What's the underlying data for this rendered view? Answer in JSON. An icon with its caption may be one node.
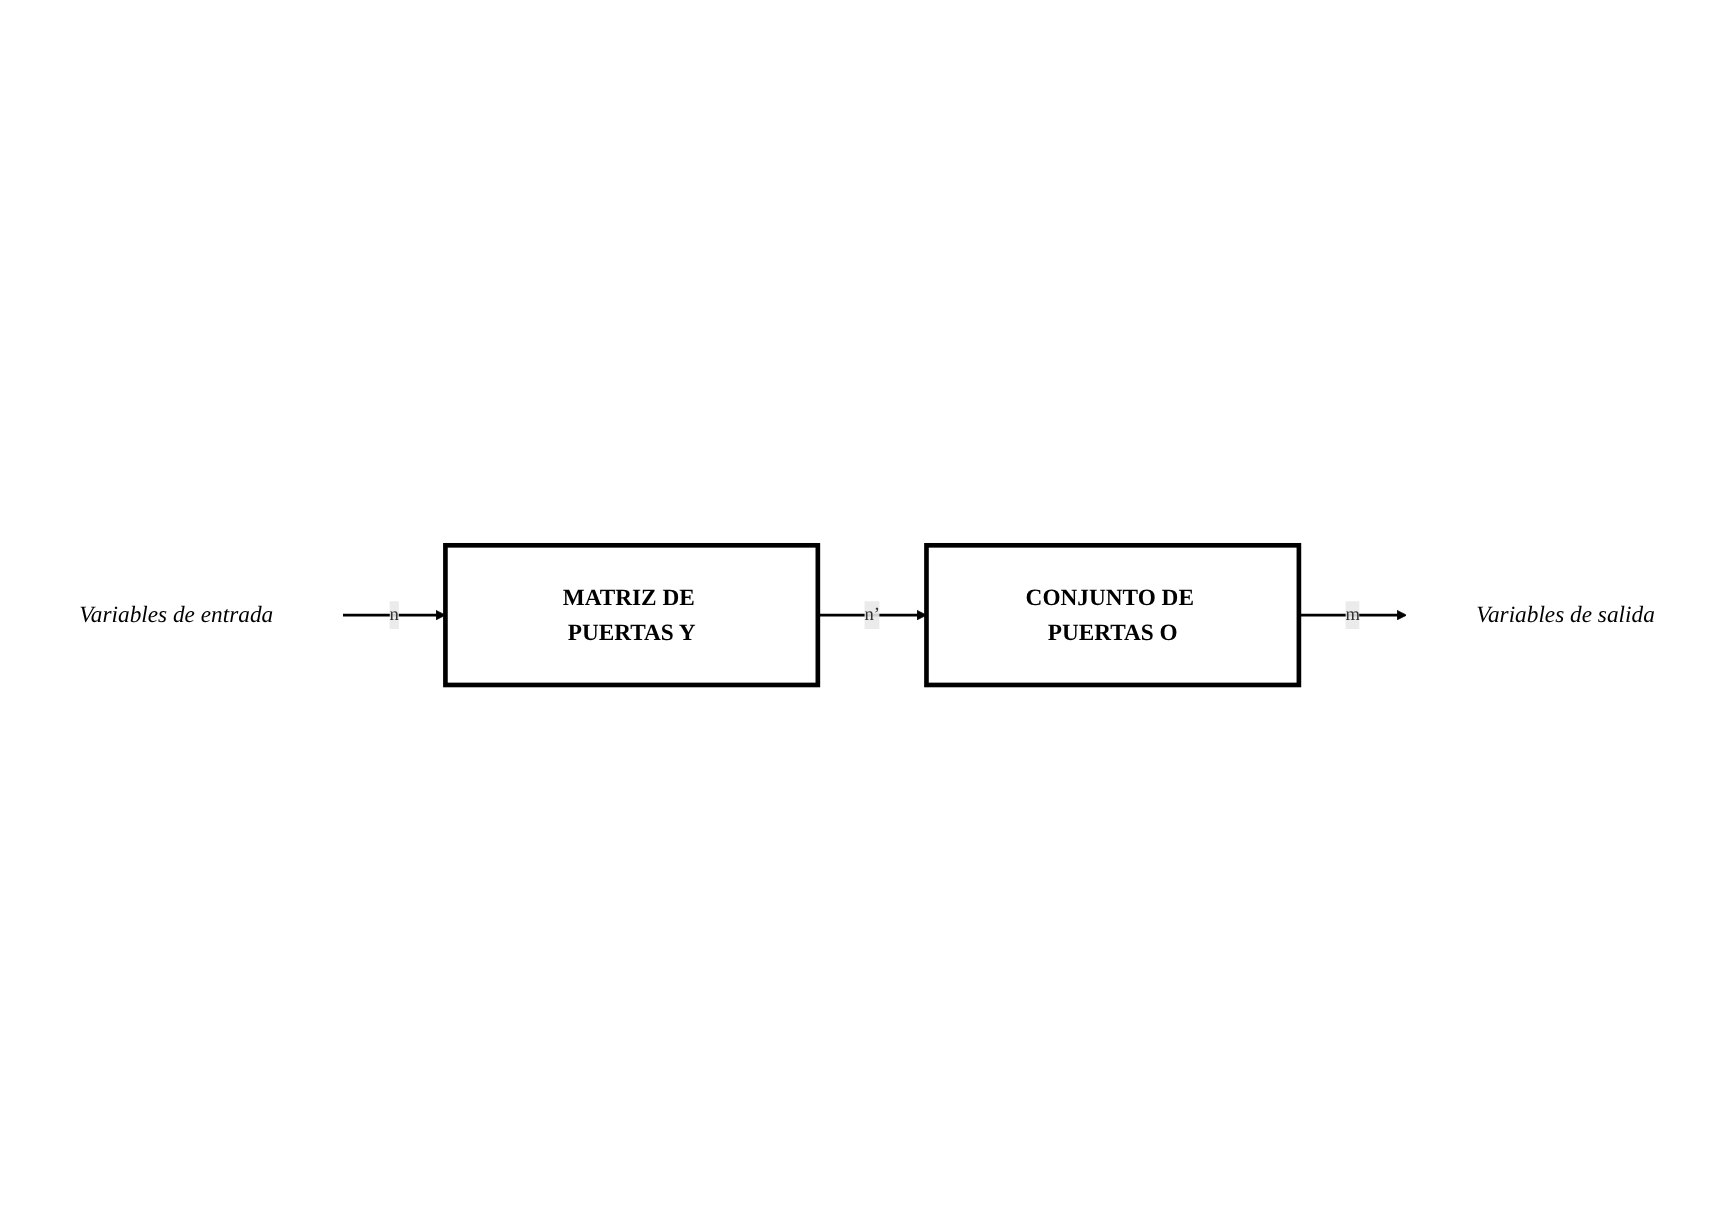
{
  "diagram": {
    "nodes": [
      {
        "text": [
          "Variables de entrada"
        ]
      },
      {
        "text": [
          "MATRIZ DE PUERTAS Y"
        ]
      },
      {
        "text": [
          "CONJUNTO DE PUERTAS O"
        ]
      },
      {
        "text": [
          "Variables de salida"
        ]
      }
    ],
    "edges": [
      {
        "from": 0,
        "to": 1,
        "arrow": "to",
        "label": "n"
      },
      {
        "from": 1,
        "to": 2,
        "arrow": "to",
        "label": "n’"
      },
      {
        "from": 2,
        "to": 3,
        "arrow": "to",
        "label": "m"
      }
    ]
  }
}
